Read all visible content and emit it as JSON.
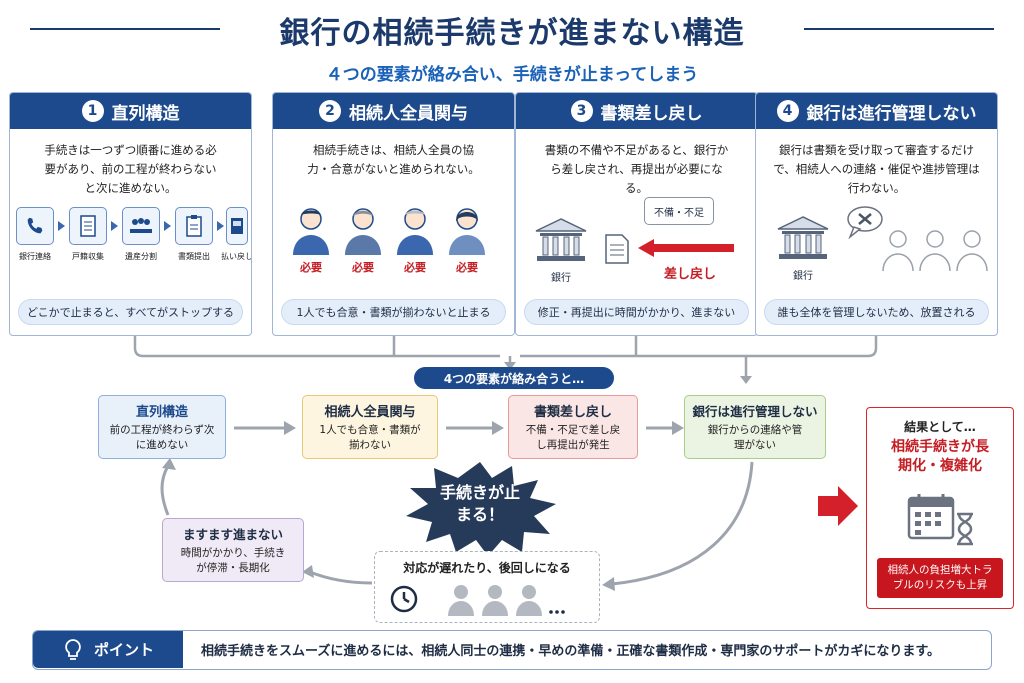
{
  "title": "銀行の相続手続きが進まない構造",
  "subtitle": "４つの要素が絡み合い、手続きが止まってしまう",
  "cards": [
    {
      "num": "1",
      "title": "直列構造",
      "desc": "手続きは一つずつ順番に進める必要があり、前の工程が終わらないと次に進めない。",
      "footer": "どこかで止まると、すべてがストップする"
    },
    {
      "num": "2",
      "title": "相続人全員関与",
      "desc": "相続手続きは、相続人全員の協力・合意がないと進められない。",
      "footer": "1人でも合意・書類が揃わないと止まる"
    },
    {
      "num": "3",
      "title": "書類差し戻し",
      "desc": "書類の不備や不足があると、銀行から差し戻され、再提出が必要になる。",
      "footer": "修正・再提出に時間がかかり、進まない"
    },
    {
      "num": "4",
      "title": "銀行は進行管理しない",
      "desc": "銀行は書類を受け取って審査するだけで、相続人への連絡・催促や進捗管理は行わない。",
      "footer": "誰も全体を管理しないため、放置される"
    }
  ],
  "card1_steps": [
    "銀行連絡",
    "戸籍収集",
    "遺産分割",
    "書類提出",
    "払い戻し"
  ],
  "card2_need": [
    "必要",
    "必要",
    "必要",
    "必要"
  ],
  "card3": {
    "bank": "銀行",
    "bubble": "不備・不足",
    "return": "差し戻し"
  },
  "card4": {
    "bank": "銀行"
  },
  "mid_pill": "4つの要素が絡み合うと…",
  "flow": {
    "b1": {
      "title": "直列構造",
      "body": "前の工程が終わらず次に進めない"
    },
    "b2": {
      "title": "相続人全員関与",
      "body": "1人でも合意・書類が揃わない"
    },
    "b3": {
      "title": "書類差し戻し",
      "body": "不備・不足で差し戻し再提出が発生"
    },
    "b4": {
      "title": "銀行は進行管理しない",
      "body": "銀行からの連絡や管理がない"
    },
    "stop": "手続きが止まる！",
    "delay": "対応が遅れたり、後回しになる",
    "worse_title": "ますます進まない",
    "worse_body": "時間がかかり、手続きが停滞・長期化"
  },
  "result": {
    "head": "結果として…",
    "title": "相続手続きが長期化・複雑化",
    "red": "相続人の負担増大トラブルのリスクも上昇"
  },
  "point": {
    "tag": "ポイント",
    "text": "相続手続きをスムーズに進めるには、相続人同士の連携・早めの準備・正確な書類作成・専門家のサポートがカギになります。"
  },
  "colors": {
    "navy": "#1d4a8c",
    "red": "#c8161e",
    "blue_box": "#e8f0fa",
    "yellow_box": "#fdf5df",
    "pink_box": "#fbe6e6",
    "green_box": "#ebf4e2",
    "purple_box": "#efeaf5"
  }
}
